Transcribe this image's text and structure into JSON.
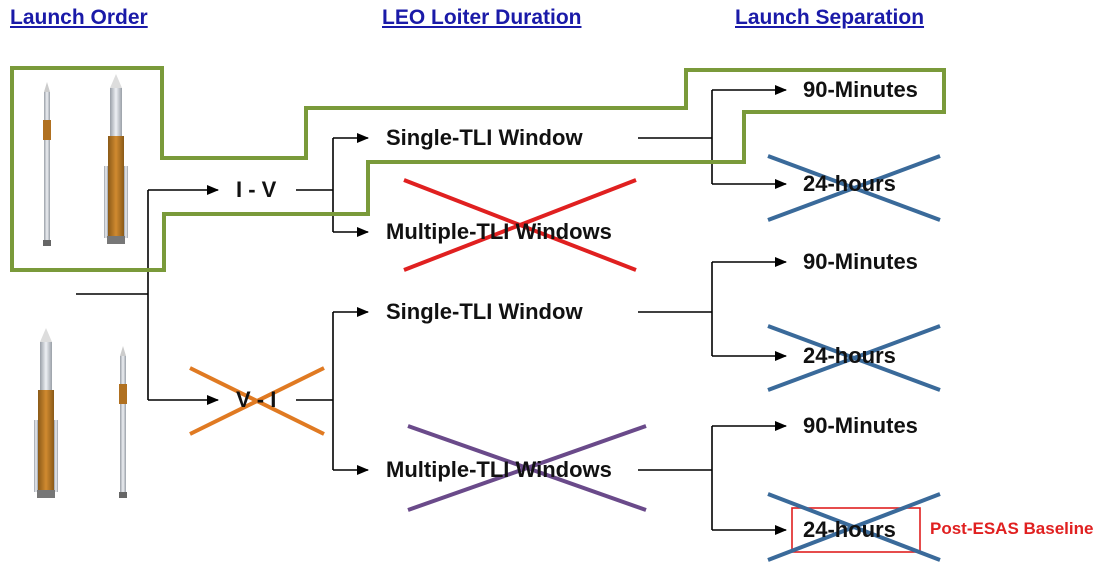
{
  "headers": {
    "launch_order": "Launch Order",
    "leo_loiter_duration": "LEO Loiter Duration",
    "launch_separation": "Launch Separation"
  },
  "launch_orders": {
    "top": "I - V",
    "bottom": "V - I"
  },
  "loiter": {
    "top_single": "Single-TLI Window",
    "top_multiple": "Multiple-TLI Windows",
    "bottom_single": "Single-TLI Window",
    "bottom_multiple": "Multiple-TLI Windows"
  },
  "separation": {
    "s1": "90-Minutes",
    "s2": "24-hours",
    "s3": "90-Minutes",
    "s4": "24-hours",
    "s5": "90-Minutes",
    "s6": "24-hours"
  },
  "baseline_label": "Post-ESAS Baseline",
  "colors": {
    "header": "#1a1aa8",
    "selected_path": "#7a9a3a",
    "cross_red": "#e02020",
    "cross_orange": "#e07a22",
    "cross_purple": "#6a4a8a",
    "cross_blue": "#3a6a9a",
    "baseline": "#e02020"
  }
}
